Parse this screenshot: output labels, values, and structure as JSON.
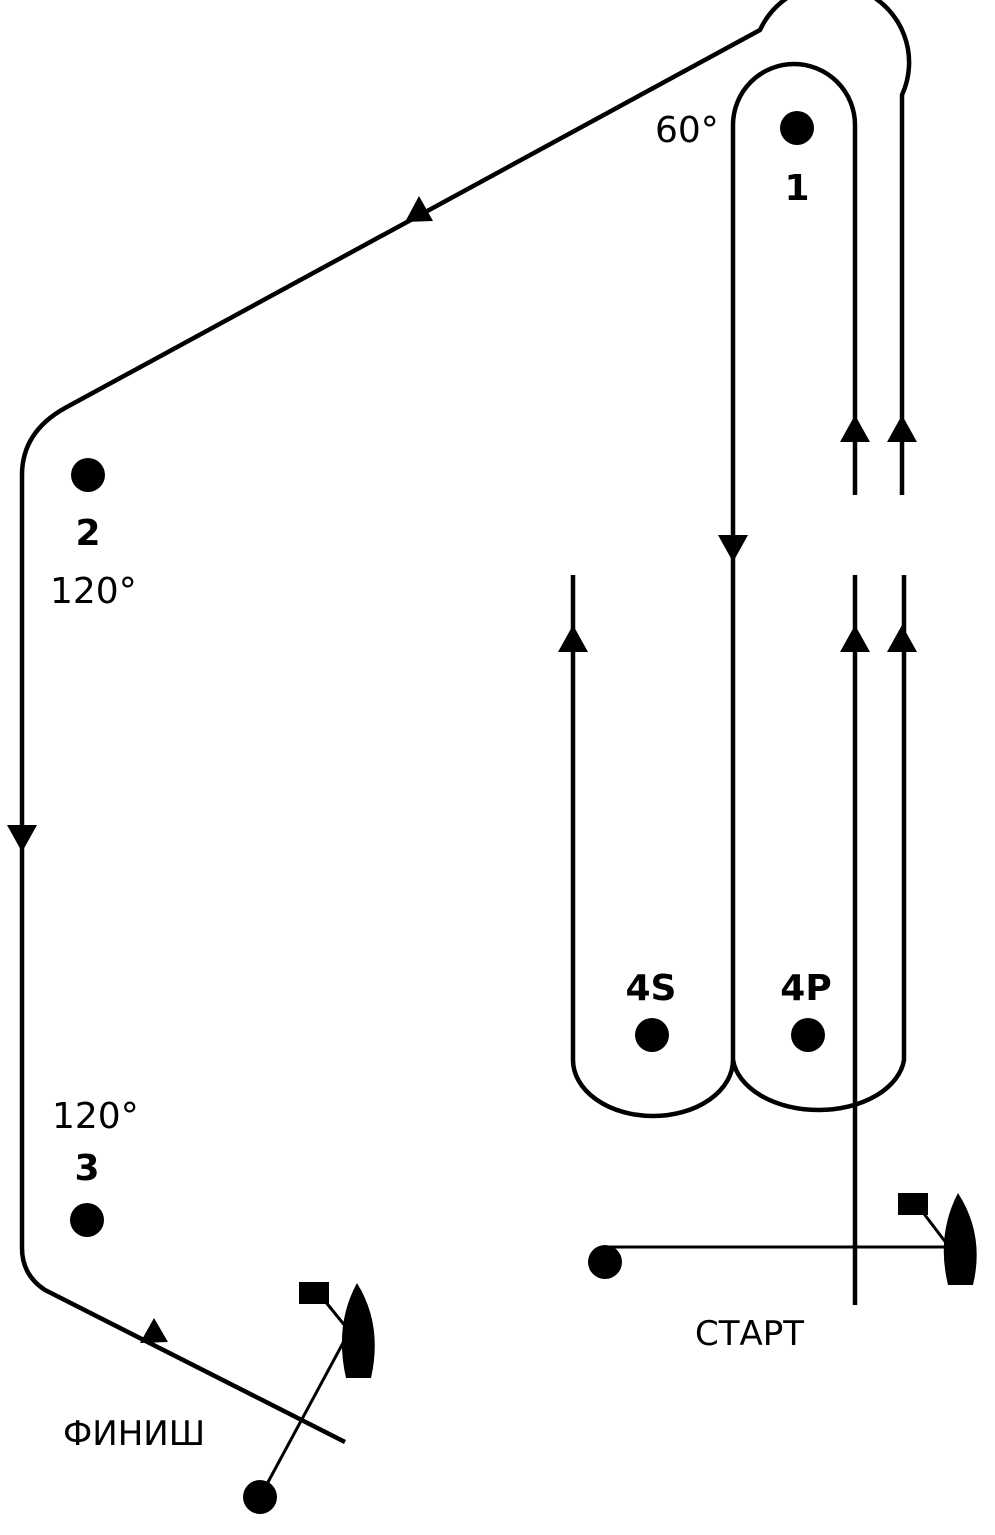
{
  "marks": [
    {
      "id": "1",
      "label": "1"
    },
    {
      "id": "2",
      "label": "2"
    },
    {
      "id": "3",
      "label": "3"
    },
    {
      "id": "4S",
      "label": "4S"
    },
    {
      "id": "4P",
      "label": "4P"
    }
  ],
  "angles": {
    "mark1": "60°",
    "mark2": "120°",
    "mark3": "120°"
  },
  "lines": {
    "start": "СТАРТ",
    "finish": "ФИНИШ"
  }
}
